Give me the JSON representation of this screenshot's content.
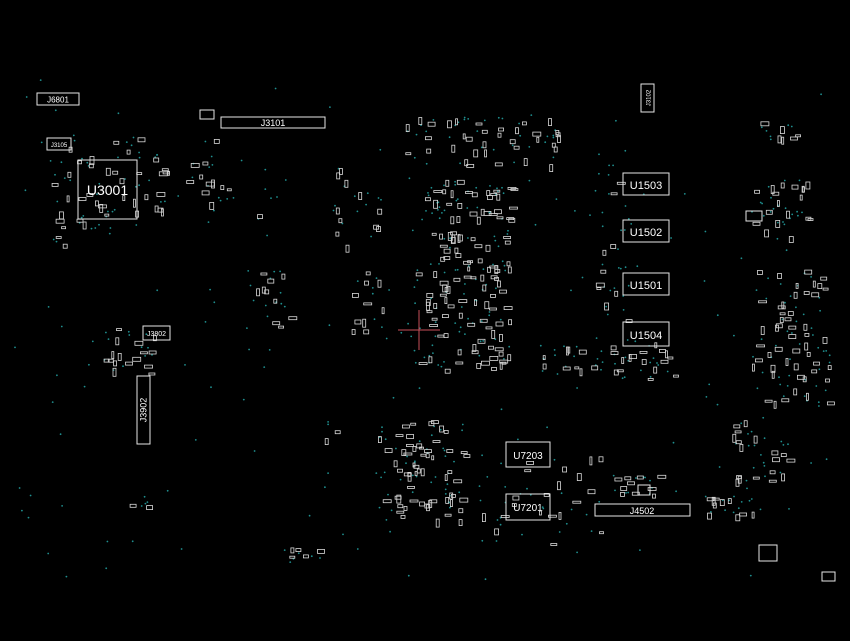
{
  "board": {
    "background": "#000000",
    "outline_color": "#e6e6e6",
    "via_color": "#1f8f8f",
    "cursor_color": "#c8505a"
  },
  "components": {
    "J6801": "J6801",
    "J3105": "J3105",
    "U3001": "U3001",
    "J3101": "J3101",
    "J3102": "J3102",
    "U1503": "U1503",
    "U1502": "U1502",
    "U1501": "U1501",
    "U1504": "U1504",
    "J3802": "J3802",
    "J3902": "J3902",
    "U7203": "U7203",
    "U7201": "U7201",
    "J4502": "J4502"
  }
}
